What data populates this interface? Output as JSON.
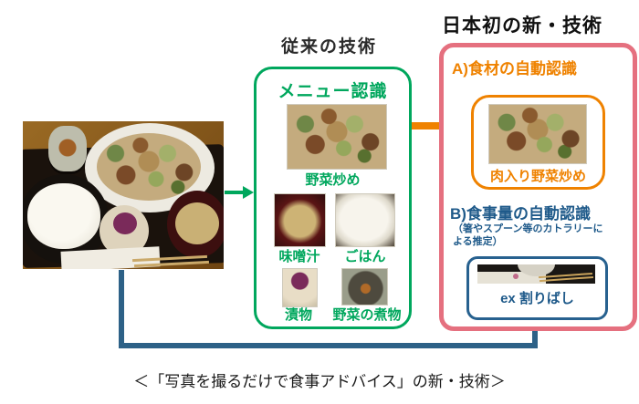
{
  "headings": {
    "conventional": "従来の技術",
    "new_tech": "日本初の新・技術"
  },
  "menu_box": {
    "title": "メニュー認識",
    "items": [
      {
        "label": "野菜炒め"
      },
      {
        "label": "味噌汁"
      },
      {
        "label": "ごはん"
      },
      {
        "label": "漬物"
      },
      {
        "label": "野菜の煮物"
      }
    ]
  },
  "new_box": {
    "section_a": {
      "title": "A)食材の自動認識",
      "result_label": "肉入り野菜炒め"
    },
    "section_b": {
      "title": "B)食事量の自動認識",
      "note": "（箸やスプーン等のカトラリーに\nよる推定）",
      "example_label": "ex 割りばし"
    }
  },
  "caption": "＜「写真を撮るだけで食事アドバイス」の新・技術＞",
  "colors": {
    "green": "#00a75d",
    "orange": "#ef8200",
    "pink": "#e5707f",
    "navy": "#27618f"
  }
}
